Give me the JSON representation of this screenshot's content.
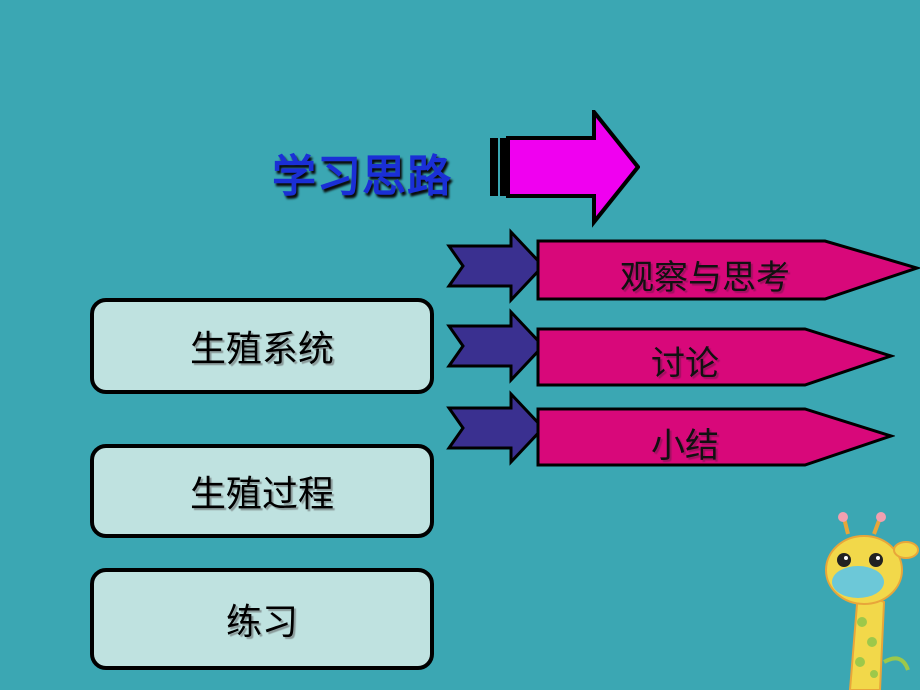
{
  "title": "学习思路",
  "side_items": [
    "生殖系统",
    "生殖过程",
    "练习"
  ],
  "steps": [
    "观察与思考",
    "讨论",
    "小结"
  ],
  "colors": {
    "background": "#3ba7b3",
    "title": "#1a2fd6",
    "title_arrow": "#f000f0",
    "pink_arrow": "#d8087a",
    "navy_arrow": "#3a3090",
    "side_box": "#bfe2e0"
  }
}
